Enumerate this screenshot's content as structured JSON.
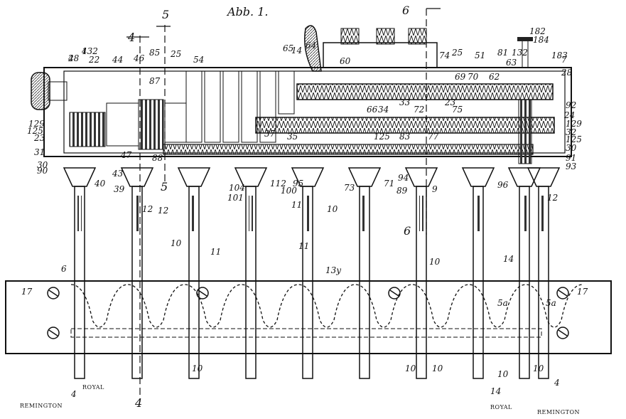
{
  "figure": {
    "title": "Abb. 1.",
    "section_marks": [
      "4",
      "5",
      "6",
      "5",
      "6",
      "4"
    ],
    "callouts": [
      "28",
      "132",
      "22",
      "44",
      "46",
      "85",
      "25",
      "54",
      "87",
      "14",
      "65",
      "64",
      "60",
      "74",
      "25",
      "51",
      "81",
      "63",
      "70",
      "69",
      "62",
      "132",
      "182",
      "184",
      "183",
      "7",
      "28",
      "125",
      "129",
      "23",
      "31",
      "30",
      "90",
      "40",
      "39",
      "43",
      "47",
      "88",
      "12",
      "104",
      "101",
      "112",
      "100",
      "95",
      "11",
      "35",
      "37",
      "73",
      "71",
      "89",
      "94",
      "9",
      "96",
      "91",
      "93",
      "30",
      "125",
      "32",
      "129",
      "24",
      "92",
      "66",
      "34",
      "33",
      "72",
      "23",
      "75",
      "77",
      "83",
      "125",
      "12",
      "12",
      "10",
      "11",
      "6",
      "10",
      "11",
      "14",
      "10",
      "17",
      "13y",
      "5a",
      "5a",
      "17",
      "10",
      "10",
      "10",
      "10",
      "10",
      "14",
      "4",
      "4",
      "4",
      "4"
    ],
    "footer_labels": {
      "left_royal": "ROYAL",
      "left_remington": "REMINGTON",
      "right_royal": "ROYAL",
      "right_remington": "REMINGTON"
    }
  }
}
